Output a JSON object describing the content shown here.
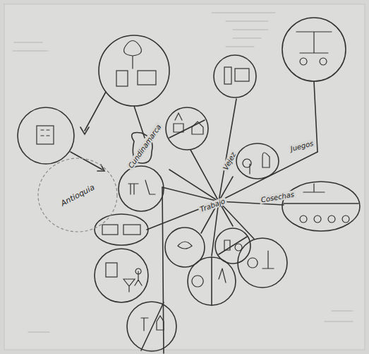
{
  "diagram": {
    "nodes": [
      {
        "text": [
          "Antioquia"
        ]
      }
    ],
    "labels": [
      "Cundinamarca",
      "Vejez",
      "Trabajo",
      "Juegos",
      "Cosechas"
    ]
  }
}
